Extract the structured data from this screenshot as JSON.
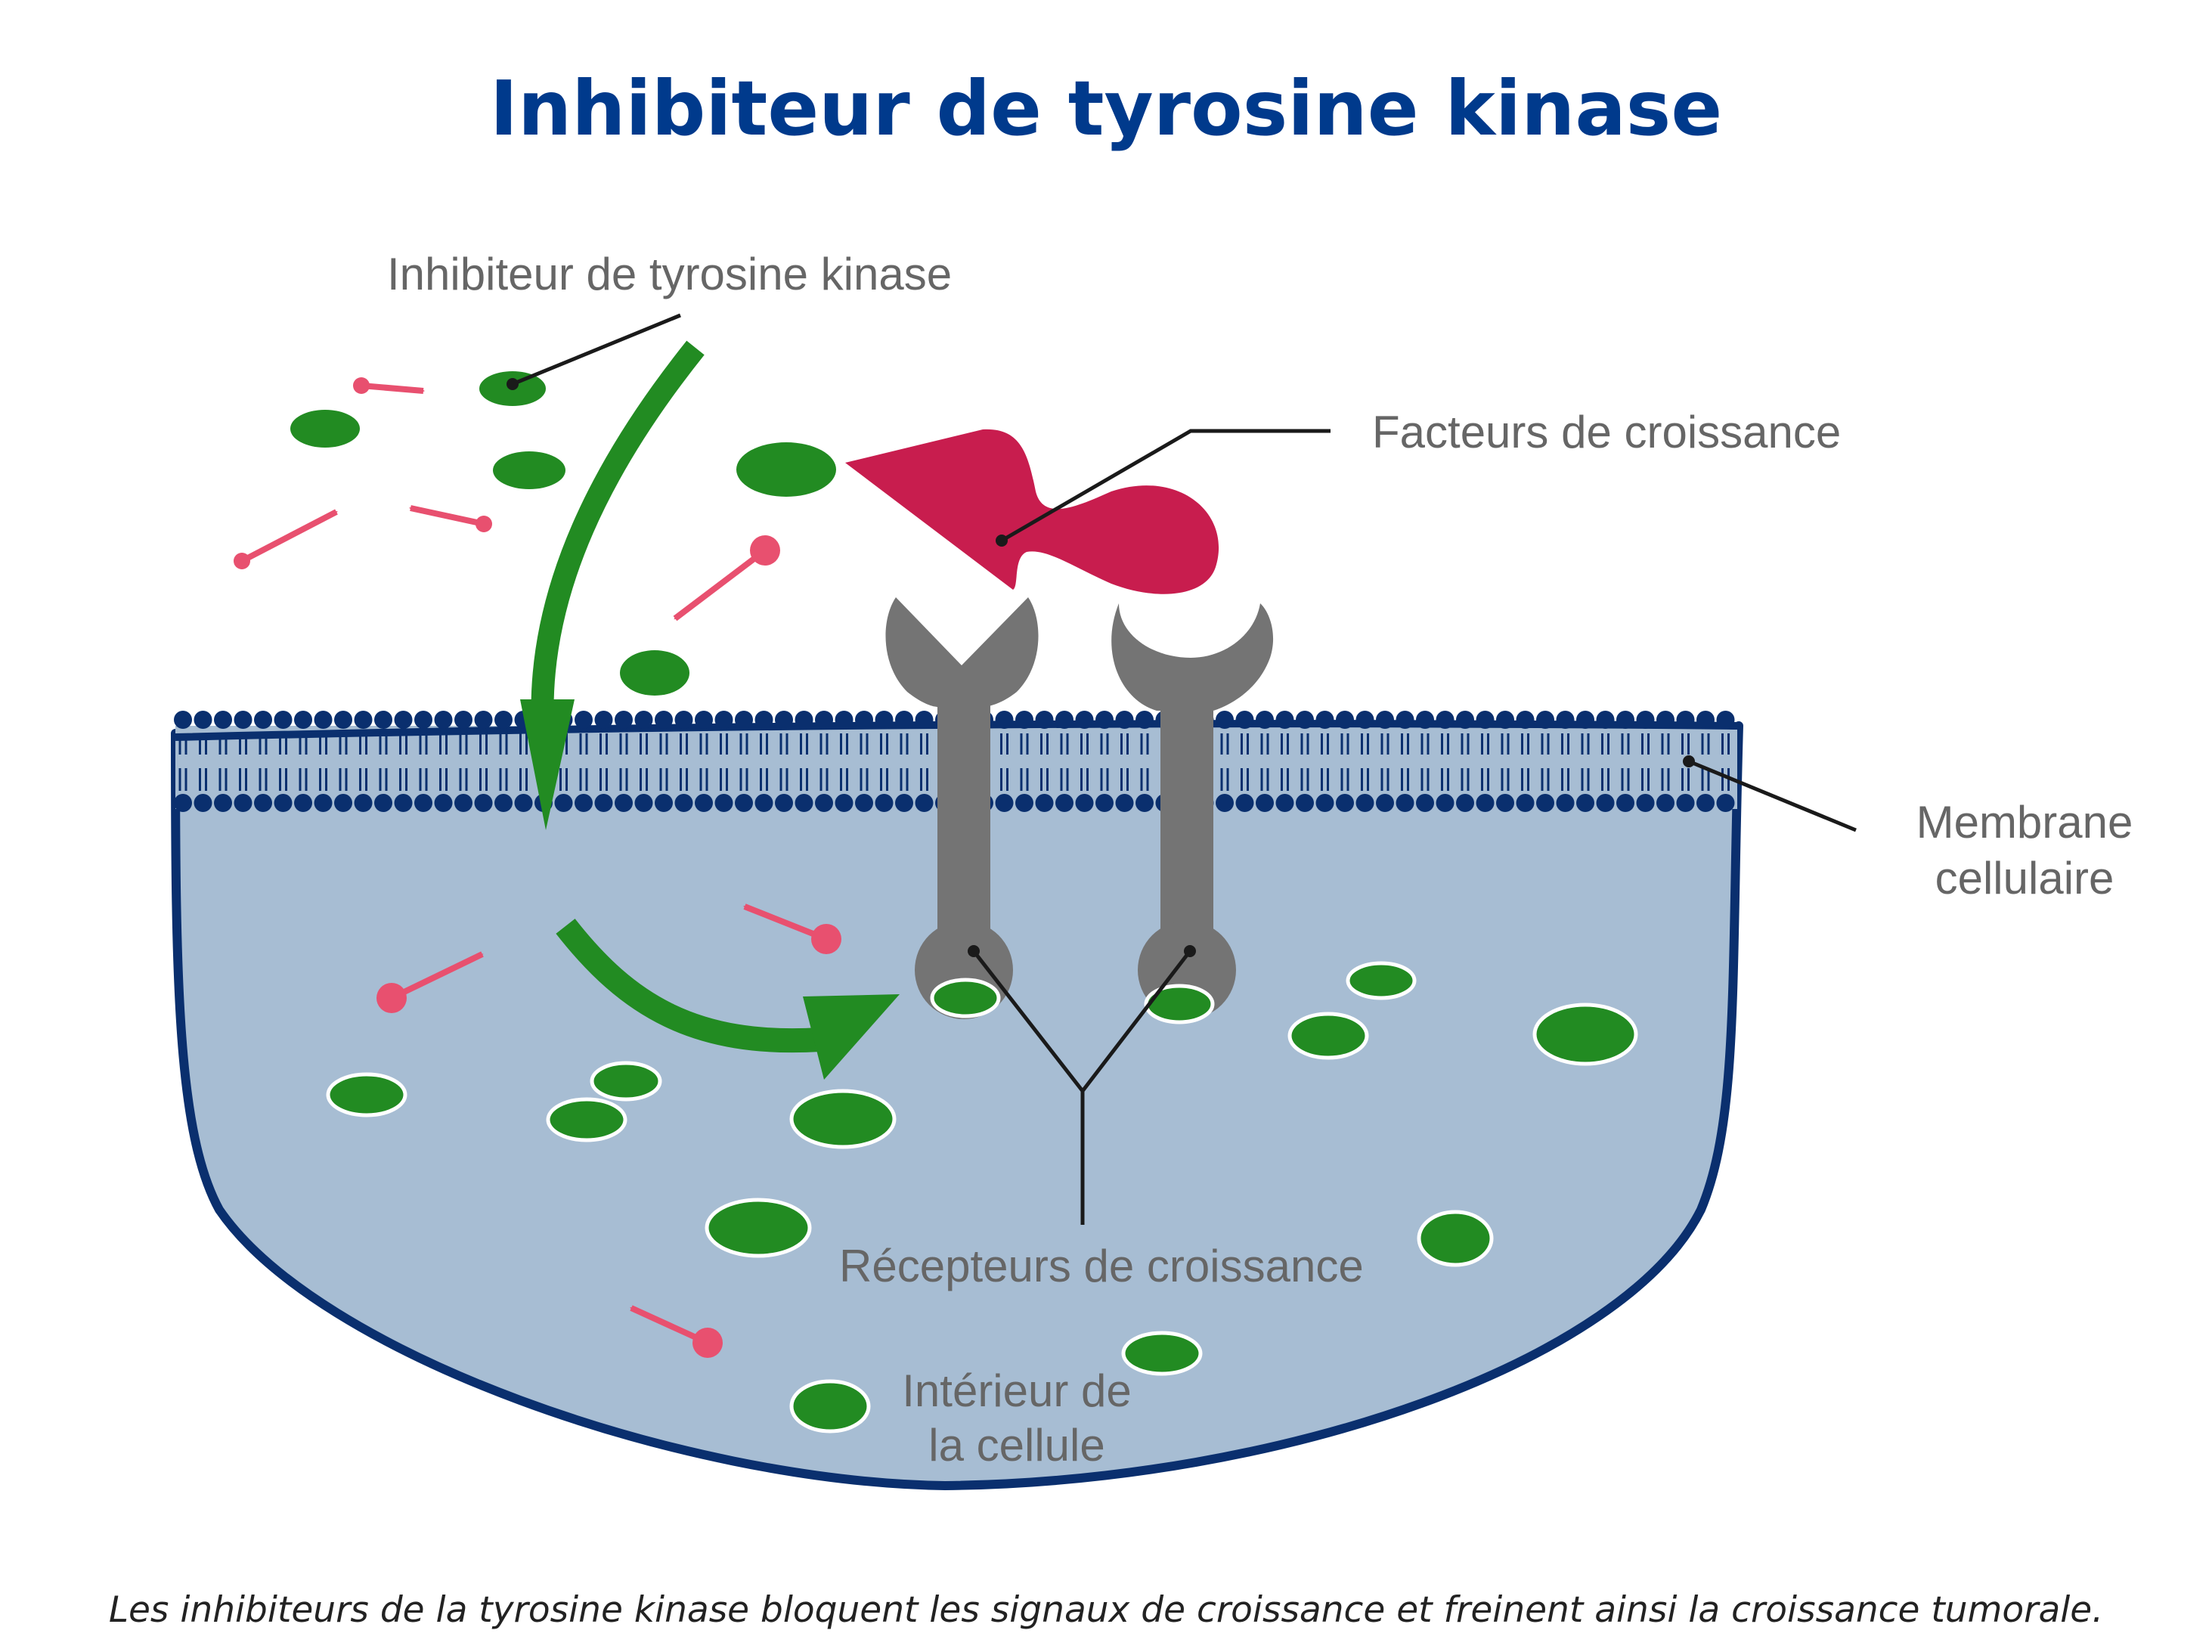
{
  "title": "Inhibiteur de tyrosine kinase",
  "labels": {
    "inhibitor": "Inhibiteur de tyrosine kinase",
    "growth_factors": "Facteurs de croissance",
    "membrane_line1": "Membrane",
    "membrane_line2": "cellulaire",
    "receptors": "Récepteurs de croissance",
    "interior_line1": "Intérieur de",
    "interior_line2": "la cellule"
  },
  "caption": "Les inhibiteurs de la tyrosine kinase bloquent les signaux de croissance et freinent ainsi la croissance tumorale.",
  "colors": {
    "title": "#003a8c",
    "membrane": "#0a2f6e",
    "cell_fill": "#a7bdd3",
    "inhibitor_green": "#228b22",
    "growth_factor": "#c81d4e",
    "signal_pink": "#e8506f",
    "receptor_gray": "#747474",
    "label_gray": "#666666"
  }
}
